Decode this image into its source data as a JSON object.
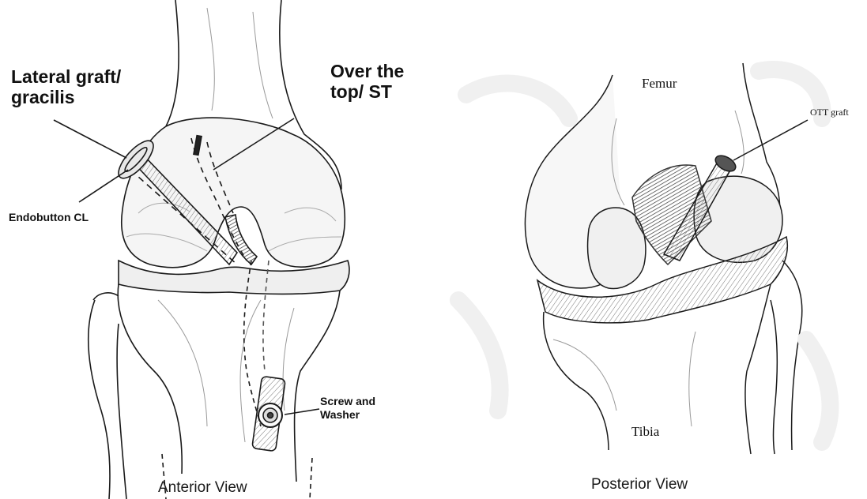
{
  "anterior": {
    "label_lateral_graft": "Lateral graft/\ngracilis",
    "label_over_the_top": "Over the\ntop/ ST",
    "label_endobutton": "Endobutton CL",
    "label_screw": "Screw and\nWasher",
    "caption": "Anterior View"
  },
  "posterior": {
    "label_femur": "Femur",
    "label_ott_graft": "OTT graft",
    "label_tibia": "Tibia",
    "caption": "Posterior View"
  },
  "colors": {
    "ink": "#1a1a1a",
    "bone_fill": "#f4f4f4",
    "shade": "#bdbdbd",
    "watermark": "#f1f1f1"
  }
}
